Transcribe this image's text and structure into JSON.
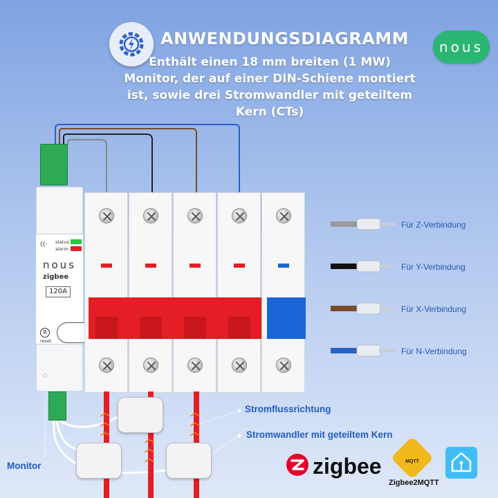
{
  "header": {
    "title": "ANWENDUNGSDIAGRAMM",
    "subtitle_lines": [
      "Enthält einen 18 mm breiten (1 MW)",
      "Monitor, der auf einer DIN-Schiene montiert",
      "ist, sowie drei Stromwandler mit geteiltem",
      "Kern (CTs)"
    ],
    "brand": "nous"
  },
  "monitor": {
    "status_label": "status",
    "alarm_label": "alarm",
    "brand": "nous",
    "protocol": "zigbee",
    "rating": "120A",
    "reset_symbol": "R",
    "reset_label": "reset",
    "callout": "Monitor"
  },
  "wires": [
    {
      "label": "Für Z-Verbindung",
      "color": "#9a9a9a"
    },
    {
      "label": "Für Y-Verbindung",
      "color": "#111111"
    },
    {
      "label": "Für X-Verbindung",
      "color": "#7a4a2a"
    },
    {
      "label": "Für N-Verbindung",
      "color": "#2a5fc4"
    }
  ],
  "annotations": {
    "flow_direction": "Stromflussrichtung",
    "split_core_ct": "Stromwandler mit geteiltem Kern"
  },
  "logos": {
    "zigbee": "zigbee",
    "mqtt_badge": "MQTT",
    "zigbee2mqtt": "Zigbee2MQTT"
  },
  "colors": {
    "accent_green": "#2bb673",
    "breaker_red": "#e31e24",
    "neutral_blue": "#1a66d8",
    "label_blue": "#1f5cc2"
  }
}
